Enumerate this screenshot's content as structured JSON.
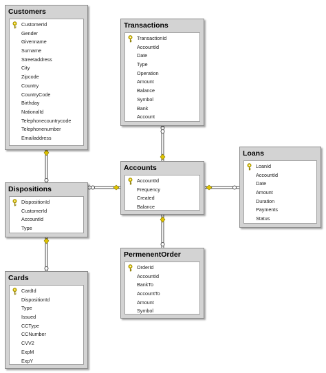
{
  "tables": {
    "customers": {
      "title": "Customers",
      "pk": "CustomerId",
      "fields": [
        "Gender",
        "Givenname",
        "Surname",
        "Streetaddress",
        "City",
        "Zipcode",
        "Country",
        "CountryCode",
        "Birthday",
        "NationalId",
        "Telephonecountrycode",
        "Telephonenumber",
        "Emailaddress"
      ]
    },
    "transactions": {
      "title": "Transactions",
      "pk": "TransactionId",
      "fields": [
        "AccountId",
        "Date",
        "Type",
        "Operation",
        "Amount",
        "Balance",
        "Symbol",
        "Bank",
        "Account"
      ]
    },
    "loans": {
      "title": "Loans",
      "pk": "LoanId",
      "fields": [
        "AccountId",
        "Date",
        "Amount",
        "Duration",
        "Payments",
        "Status"
      ]
    },
    "accounts": {
      "title": "Accounts",
      "pk": "AccountId",
      "fields": [
        "Frequency",
        "Created",
        "Balance"
      ]
    },
    "dispositions": {
      "title": "Dispositions",
      "pk": "DispositionId",
      "fields": [
        "CustomerId",
        "AccountId",
        "Type"
      ]
    },
    "permenentorder": {
      "title": "PermenentOrder",
      "pk": "OrderId",
      "fields": [
        "AccountId",
        "BankTo",
        "AccountTo",
        "Amount",
        "Symbol"
      ]
    },
    "cards": {
      "title": "Cards",
      "pk": "CardId",
      "fields": [
        "DispositionId",
        "Type",
        "Issued",
        "CCType",
        "CCNumber",
        "CVV2",
        "ExpM",
        "ExpY"
      ]
    }
  },
  "relationships": [
    {
      "from": "customers",
      "to": "dispositions"
    },
    {
      "from": "accounts",
      "to": "transactions"
    },
    {
      "from": "accounts",
      "to": "dispositions"
    },
    {
      "from": "accounts",
      "to": "loans"
    },
    {
      "from": "accounts",
      "to": "permenentorder"
    },
    {
      "from": "dispositions",
      "to": "cards"
    }
  ],
  "colors": {
    "key": "#e0c400",
    "line": "#4d4d4d",
    "header": "#d3d3d3"
  },
  "icons": {
    "primary_key": "key-icon"
  }
}
